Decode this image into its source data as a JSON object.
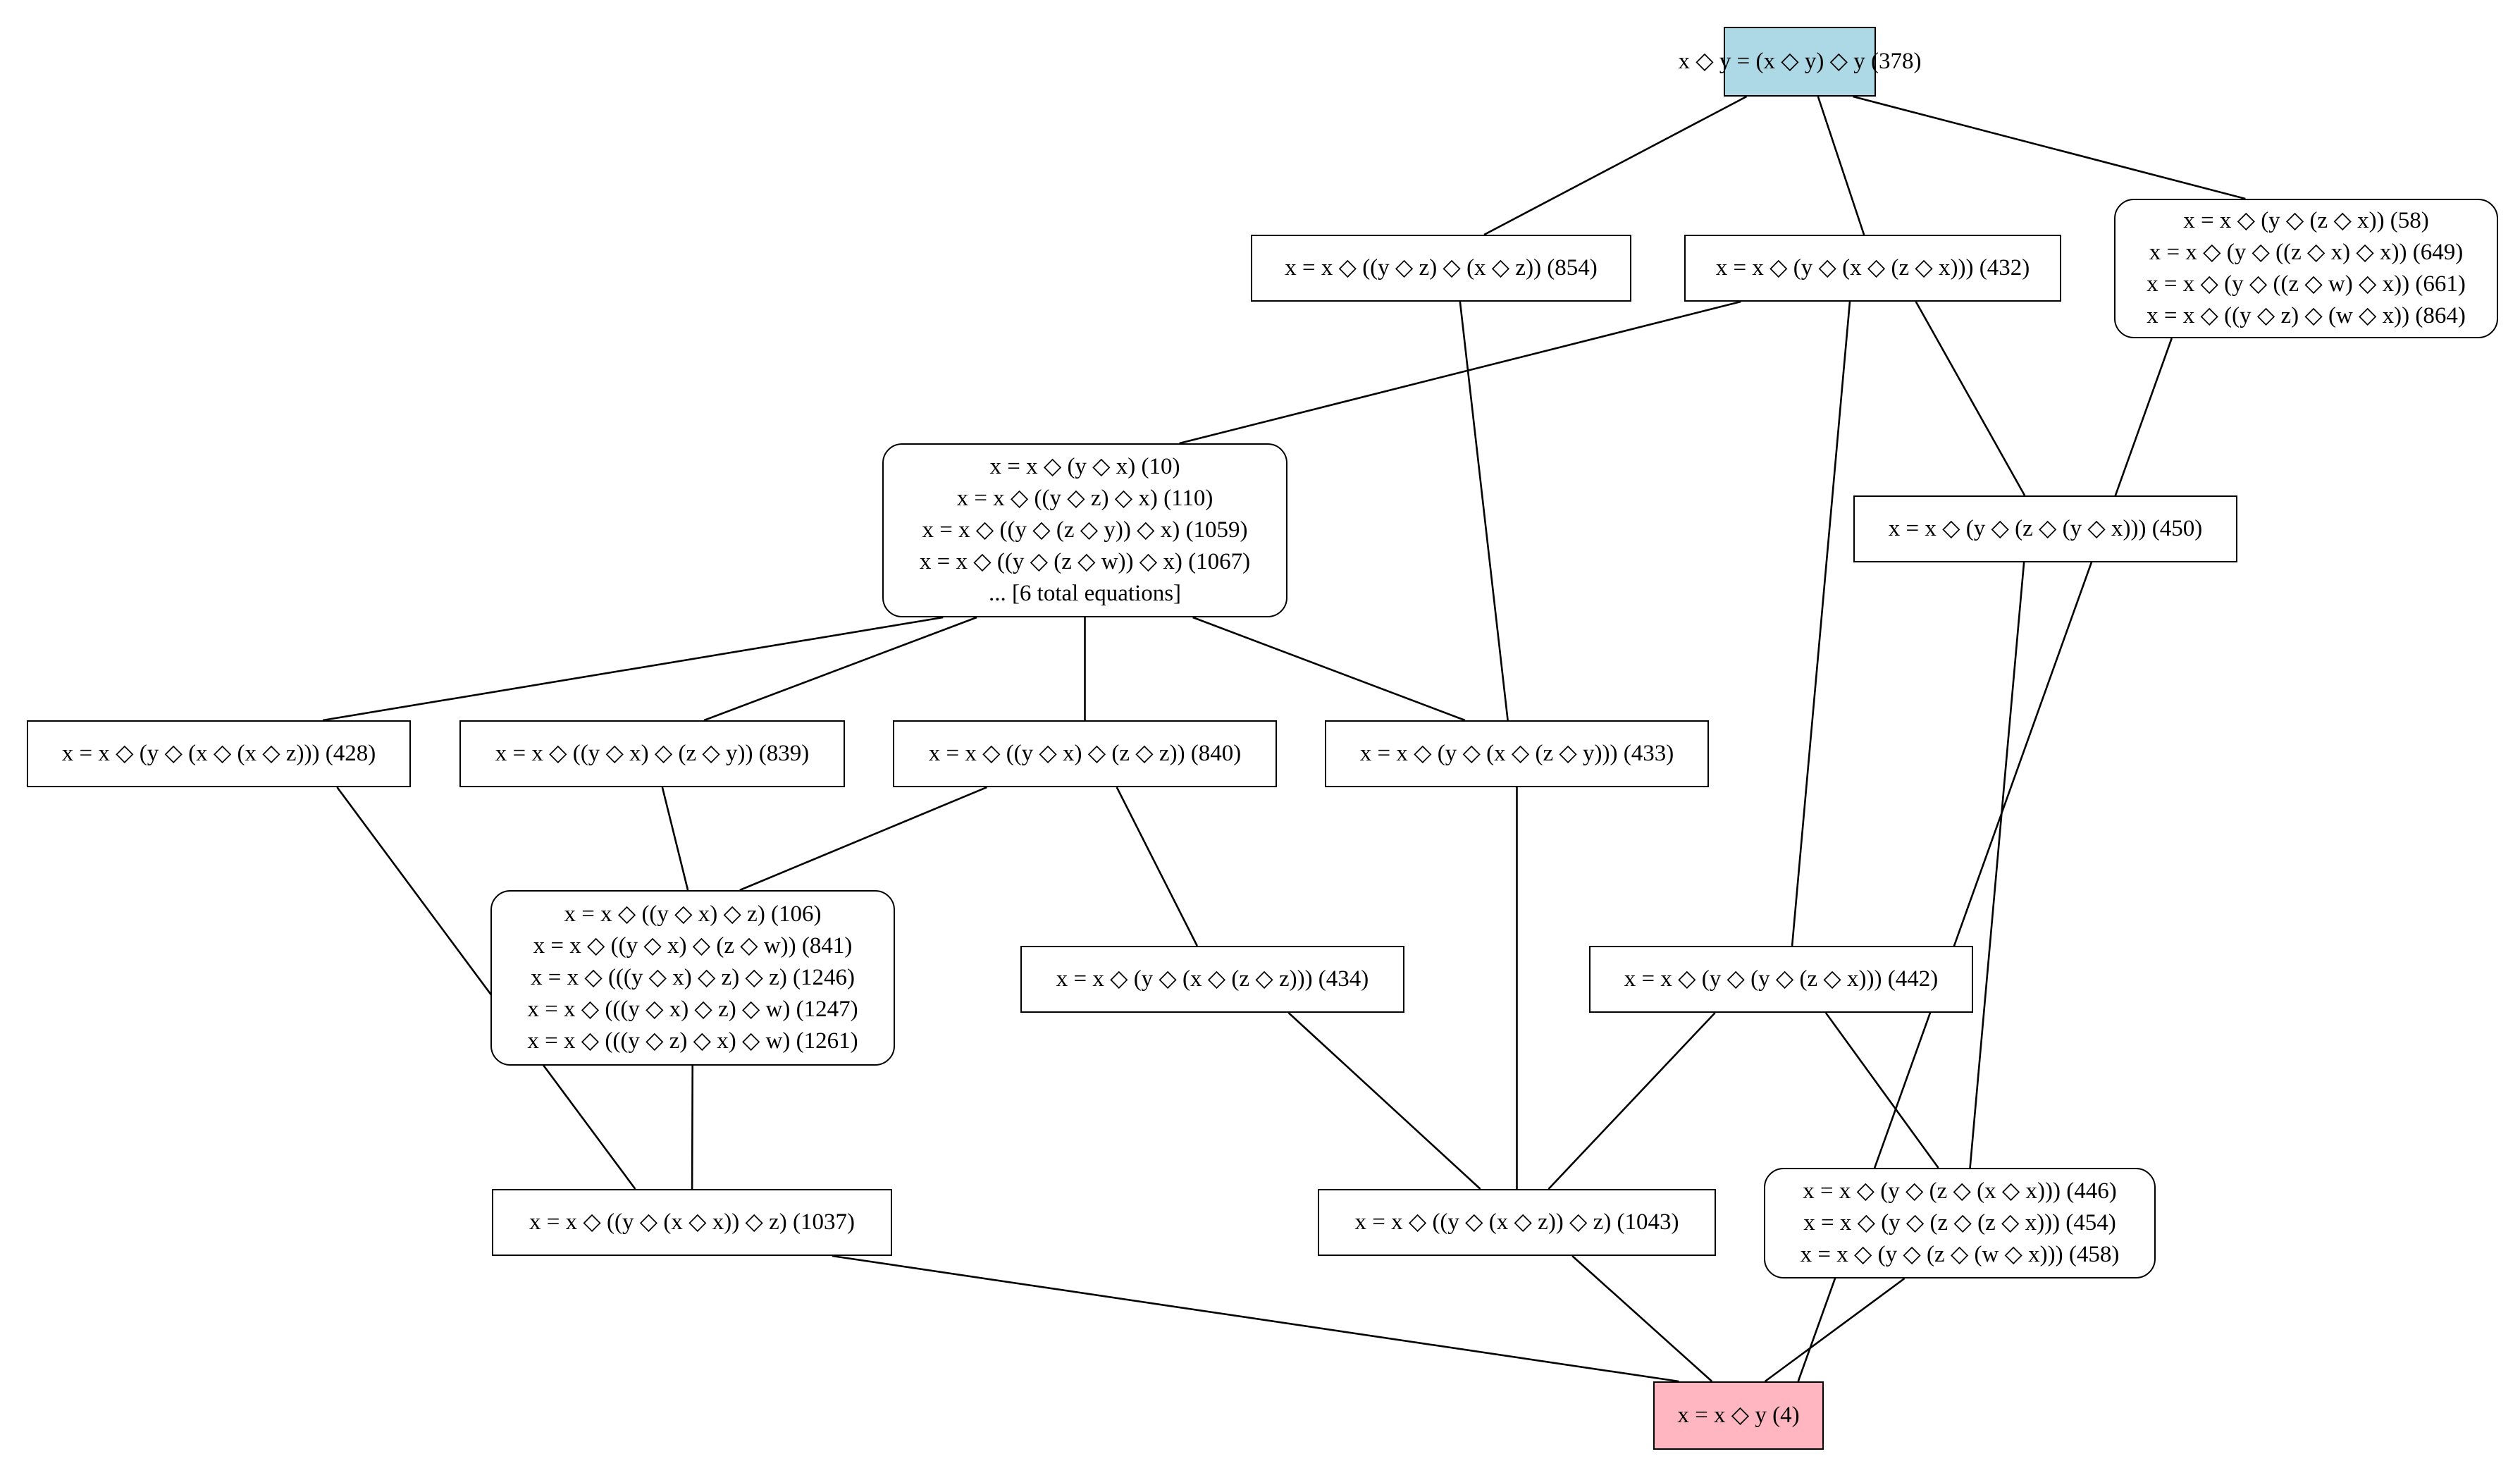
{
  "colors": {
    "top": "#add8e6",
    "bottom": "#ffb6c1",
    "default": "#ffffff"
  },
  "nodes": {
    "n378": {
      "lines": [
        "x ◇ y = (x ◇ y) ◇ y (378)"
      ],
      "fill": "#add8e6"
    },
    "n854": {
      "lines": [
        "x = x ◇ ((y ◇ z) ◇ (x ◇ z)) (854)"
      ]
    },
    "n432": {
      "lines": [
        "x = x ◇ (y ◇ (x ◇ (z ◇ x))) (432)"
      ]
    },
    "g58": {
      "lines": [
        "x = x ◇ (y ◇ (z ◇ x)) (58)",
        "x = x ◇ (y ◇ ((z ◇ x) ◇ x)) (649)",
        "x = x ◇ (y ◇ ((z ◇ w) ◇ x)) (661)",
        "x = x ◇ ((y ◇ z) ◇ (w ◇ x)) (864)"
      ]
    },
    "g10": {
      "lines": [
        "x = x ◇ (y ◇ x) (10)",
        "x = x ◇ ((y ◇ z) ◇ x) (110)",
        "x = x ◇ ((y ◇ (z ◇ y)) ◇ x) (1059)",
        "x = x ◇ ((y ◇ (z ◇ w)) ◇ x) (1067)",
        "... [6 total equations]"
      ]
    },
    "n450": {
      "lines": [
        "x = x ◇ (y ◇ (z ◇ (y ◇ x))) (450)"
      ]
    },
    "n428": {
      "lines": [
        "x = x ◇ (y ◇ (x ◇ (x ◇ z))) (428)"
      ]
    },
    "n839": {
      "lines": [
        "x = x ◇ ((y ◇ x) ◇ (z ◇ y)) (839)"
      ]
    },
    "n840": {
      "lines": [
        "x = x ◇ ((y ◇ x) ◇ (z ◇ z)) (840)"
      ]
    },
    "n433": {
      "lines": [
        "x = x ◇ (y ◇ (x ◇ (z ◇ y))) (433)"
      ]
    },
    "g106": {
      "lines": [
        "x = x ◇ ((y ◇ x) ◇ z) (106)",
        "x = x ◇ ((y ◇ x) ◇ (z ◇ w)) (841)",
        "x = x ◇ (((y ◇ x) ◇ z) ◇ z) (1246)",
        "x = x ◇ (((y ◇ x) ◇ z) ◇ w) (1247)",
        "x = x ◇ (((y ◇ z) ◇ x) ◇ w) (1261)"
      ]
    },
    "n434": {
      "lines": [
        "x = x ◇ (y ◇ (x ◇ (z ◇ z))) (434)"
      ]
    },
    "n442": {
      "lines": [
        "x = x ◇ (y ◇ (y ◇ (z ◇ x))) (442)"
      ]
    },
    "n1037": {
      "lines": [
        "x = x ◇ ((y ◇ (x ◇ x)) ◇ z) (1037)"
      ]
    },
    "n1043": {
      "lines": [
        "x = x ◇ ((y ◇ (x ◇ z)) ◇ z) (1043)"
      ]
    },
    "g446": {
      "lines": [
        "x = x ◇ (y ◇ (z ◇ (x ◇ x))) (446)",
        "x = x ◇ (y ◇ (z ◇ (z ◇ x))) (454)",
        "x = x ◇ (y ◇ (z ◇ (w ◇ x))) (458)"
      ]
    },
    "n4": {
      "lines": [
        "x = x ◇ y (4)"
      ],
      "fill": "#ffb6c1"
    }
  },
  "edges": [
    [
      "n378",
      "n854"
    ],
    [
      "n378",
      "n432"
    ],
    [
      "n378",
      "g58"
    ],
    [
      "n432",
      "g10"
    ],
    [
      "n432",
      "n450"
    ],
    [
      "n432",
      "n442"
    ],
    [
      "n854",
      "n433"
    ],
    [
      "g58",
      "n4"
    ],
    [
      "g10",
      "n428"
    ],
    [
      "g10",
      "n839"
    ],
    [
      "g10",
      "n840"
    ],
    [
      "g10",
      "n433"
    ],
    [
      "n450",
      "g446"
    ],
    [
      "n428",
      "n1037"
    ],
    [
      "n839",
      "g106"
    ],
    [
      "n840",
      "g106"
    ],
    [
      "n840",
      "n434"
    ],
    [
      "n433",
      "n1043"
    ],
    [
      "g106",
      "n1037"
    ],
    [
      "n434",
      "n1043"
    ],
    [
      "n442",
      "n1043"
    ],
    [
      "n442",
      "g446"
    ],
    [
      "n1037",
      "n4"
    ],
    [
      "n1043",
      "n4"
    ],
    [
      "g446",
      "n4"
    ]
  ]
}
